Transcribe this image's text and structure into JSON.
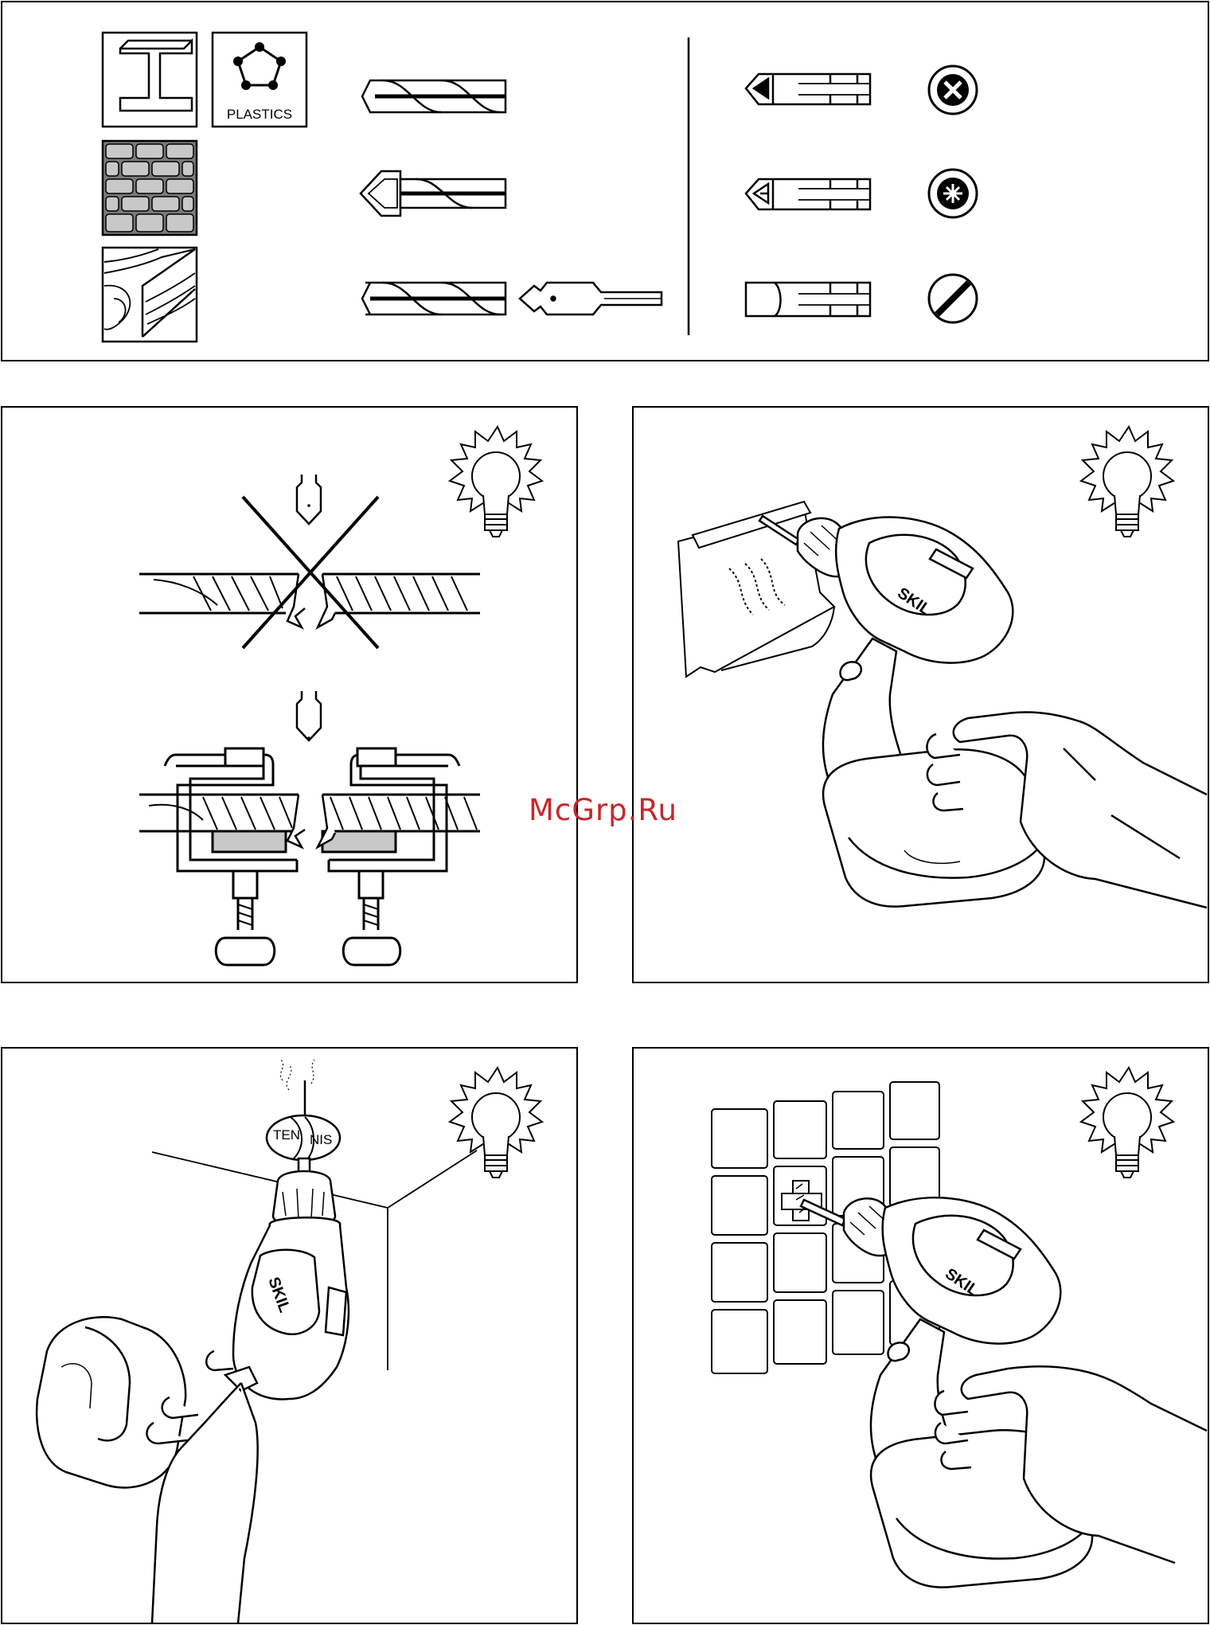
{
  "materials": {
    "plastics_label": "PLASTICS"
  },
  "drill_illustrations": {
    "brand_label": "SKIL",
    "tennis_ball_left": "TEN",
    "tennis_ball_right": "NIS"
  },
  "watermark": {
    "text": "McGrp.Ru"
  },
  "colors": {
    "line": "#000000",
    "fill_gray": "#c8c8c8",
    "watermark": "#c8262b"
  }
}
